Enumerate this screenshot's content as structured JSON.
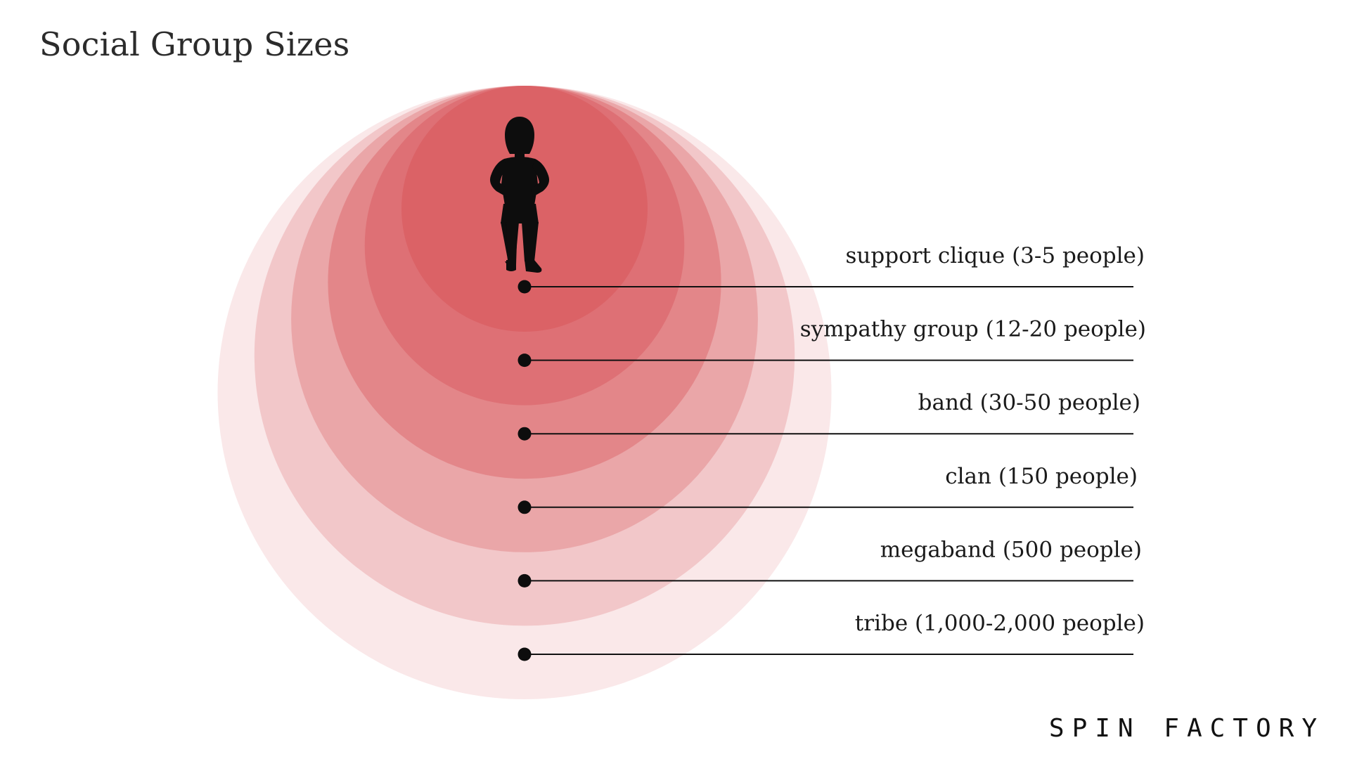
{
  "title": "Social Group Sizes",
  "brand": "SPIN FACTORY",
  "accent_color": "#db5f64",
  "figure_icon": "person-silhouette-icon",
  "groups": [
    {
      "label": "support clique (3-5 people)",
      "opacity": 0.85
    },
    {
      "label": "sympathy group (12-20 people)",
      "opacity": 0.55
    },
    {
      "label": "band (30-50 people)",
      "opacity": 0.45
    },
    {
      "label": "clan (150 people)",
      "opacity": 0.32
    },
    {
      "label": "megaband (500 people)",
      "opacity": 0.24
    },
    {
      "label": "tribe (1,000-2,000 people)",
      "opacity": 0.14
    }
  ]
}
